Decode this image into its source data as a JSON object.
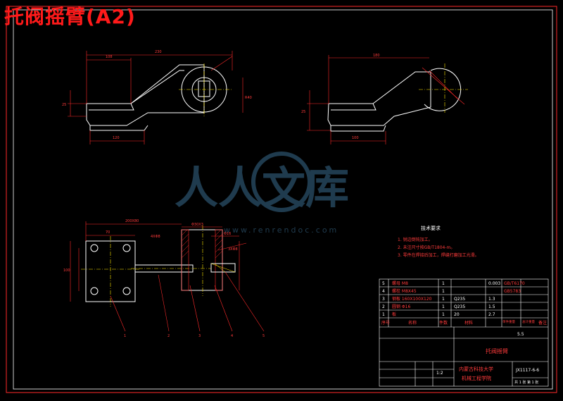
{
  "drawing": {
    "title": "托阀摇臂(A2)",
    "watermark": {
      "brand": "人人文库",
      "url": "www.renrendoc.com"
    }
  },
  "tech_requirements": {
    "heading": "技术要求",
    "items": [
      "1. 锐边倒钝加工。",
      "2. 未注尺寸按GB/T1804-m。",
      "3. 零件在焊接后加工，焊缝打磨加工光滑。"
    ]
  },
  "parts_list": {
    "rows": [
      {
        "no": "5",
        "name": "螺母 M8",
        "qty": "1",
        "material": "",
        "weight": "0.003",
        "note": "GB/T6170"
      },
      {
        "no": "4",
        "name": "螺栓 M8X45",
        "qty": "1",
        "material": "",
        "weight": "",
        "note": "GB5783"
      },
      {
        "no": "3",
        "name": "钢板 160X100X120",
        "qty": "1",
        "material": "Q235",
        "weight": "1.3",
        "note": ""
      },
      {
        "no": "2",
        "name": "圆钢 Φ16",
        "qty": "1",
        "material": "Q235",
        "weight": "1.5",
        "note": ""
      },
      {
        "no": "1",
        "name": "板",
        "qty": "1",
        "material": "20",
        "weight": "2.7",
        "note": ""
      }
    ],
    "headers": [
      "序号",
      "名称",
      "件数",
      "材料",
      "单件重量",
      "总计重量",
      "备注"
    ]
  },
  "title_block": {
    "part_name": "托阀摇臂",
    "school": "内蒙古科技大学",
    "department": "机械工程学院",
    "drawing_no": "JX1117-6-6",
    "scale": "1:2",
    "sheet": "共 1 张 第 1 张",
    "mass": "5.5"
  },
  "balloons": [
    "1",
    "2",
    "3",
    "4",
    "5"
  ]
}
